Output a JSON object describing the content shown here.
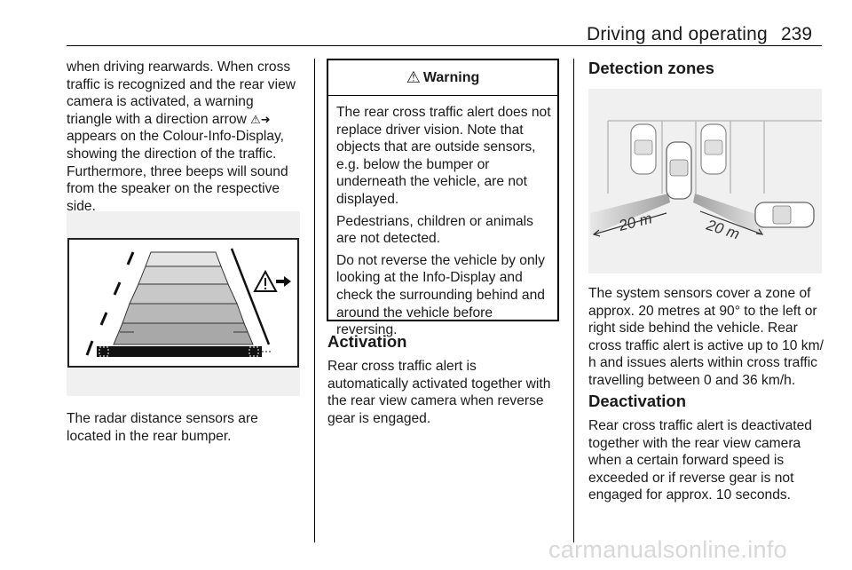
{
  "header": {
    "title": "Driving and operating",
    "page_number": "239"
  },
  "col1": {
    "para1": "when driving rearwards. When cross\ntraffic is recognized and the rear view\ncamera is activated, a warning\ntriangle with a direction arrow",
    "para1_icon": "⚠➜",
    "para1_end": "appears on the Colour-Info-Display,\nshowing the direction of the traffic.\nFurthermore, three beeps will sound\nfrom the speaker on the respective\nside.",
    "para2": "The radar distance sensors are\nlocated in the rear bumper."
  },
  "warning": {
    "title": "Warning",
    "icon": "warning-triangle-icon",
    "p1": "The rear cross traffic alert does not\nreplace driver vision. Note that\nobjects that are outside sensors,\ne.g. below the bumper or\nunderneath the vehicle, are not\ndisplayed.",
    "p2": "Pedestrians, children or animals\nare not detected.",
    "p3": "Do not reverse the vehicle by only\nlooking at the Info-Display and\ncheck the surrounding behind and\naround the vehicle before\nreversing."
  },
  "col2": {
    "activation_heading": "Activation",
    "activation_text": "Rear cross traffic alert is\nautomatically activated together with\nthe rear view camera when reverse\ngear is engaged."
  },
  "col3": {
    "detection_heading": "Detection zones",
    "zone_label_left": "20 m",
    "zone_label_right": "20 m",
    "detection_text": "The system sensors cover a zone of\napprox. 20 metres at 90° to the left or\nright side behind the vehicle. Rear\ncross traffic alert is active up to 10 km/\nh and issues alerts within cross traffic\ntravelling between 0 and 36 km/h.",
    "deactivation_heading": "Deactivation",
    "deactivation_text": "Rear cross traffic alert is deactivated\ntogether with the rear view camera\nwhen a certain forward speed is\nexceeded or if reverse gear is not\nengaged for approx. 10 seconds."
  },
  "watermark": "carmanualsonline.info"
}
